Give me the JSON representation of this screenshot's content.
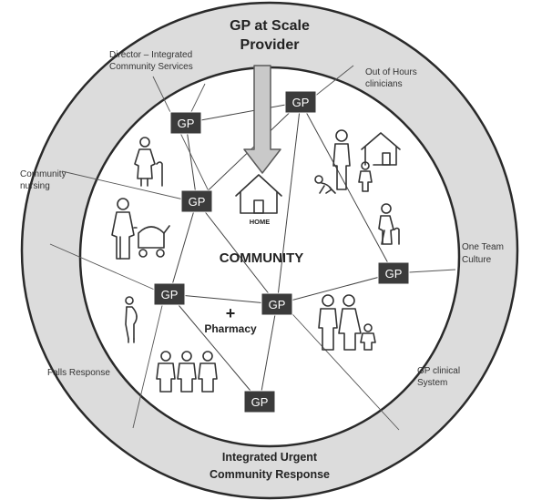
{
  "title": {
    "line1": "GP at Scale",
    "line2": "Provider"
  },
  "ring_labels": {
    "director": [
      "Director – Integrated",
      "Community Services"
    ],
    "out_of_hours": [
      "Out of Hours",
      "clinicians"
    ],
    "community_nursing": [
      "Community",
      "nursing"
    ],
    "one_team": [
      "One Team",
      "Culture"
    ],
    "falls_response": [
      "Falls Response"
    ],
    "gp_clinical_system": [
      "GP clinical",
      "System"
    ]
  },
  "bottom": {
    "line1": "Integrated Urgent",
    "line2": "Community Response"
  },
  "center": {
    "community": "COMMUNITY",
    "home": "HOME",
    "pharmacy": "Pharmacy",
    "pharmacy_symbol": "+"
  },
  "gp_label": "GP",
  "icons": {
    "home": "house-icon",
    "pharmacy": "pharmacy-cross-icon",
    "elderly_woman": "elderly-woman-with-cane-icon",
    "parent_with_pram": "parent-with-pram-icon",
    "pregnant_woman": "pregnant-woman-icon",
    "group_of_three": "group-of-people-icon",
    "family_home": "family-house-icon",
    "crawling_baby": "crawling-baby-icon",
    "elderly_man": "elderly-man-with-cane-icon",
    "family": "family-icon"
  },
  "colors": {
    "ring_fill": "#dcdcdc",
    "ring_stroke": "#2a2a2a",
    "gp_box": "#3b3b3b",
    "arrow_fill": "#c9c9c9",
    "arrow_stroke": "#5a5a5a",
    "line": "#444444"
  }
}
